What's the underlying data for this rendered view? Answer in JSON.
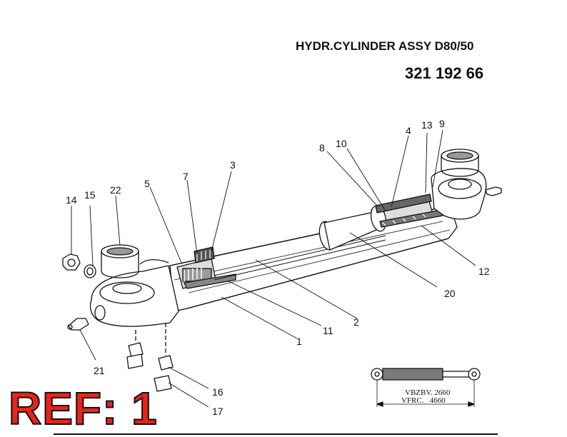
{
  "header": {
    "title": "HYDR.CYLINDER ASSY D80/50",
    "part_number": "321 192 66"
  },
  "callouts": {
    "c1": "1",
    "c2": "2",
    "c3": "3",
    "c4": "4",
    "c5": "5",
    "c7": "7",
    "c8": "8",
    "c9": "9",
    "c10": "10",
    "c11": "11",
    "c12": "12",
    "c13": "13",
    "c14": "14",
    "c15": "15",
    "c16": "16",
    "c17": "17",
    "c20": "20",
    "c21": "21",
    "c22": "22"
  },
  "dimension_box": {
    "line1": "VBZBV. 2660",
    "line2": "VFRC.   4660"
  },
  "ref_label": "REF: 1",
  "colors": {
    "ref_red": "#e8231c",
    "line": "#111111",
    "shade": "#7a7a7a"
  }
}
